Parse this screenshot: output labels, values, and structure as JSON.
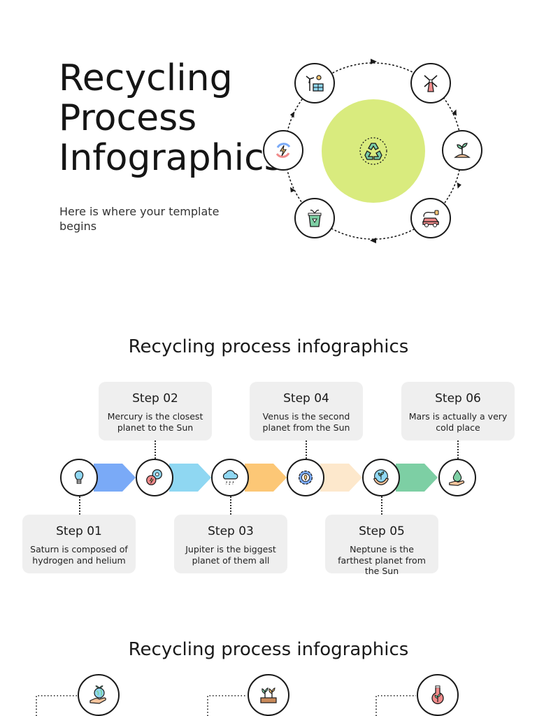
{
  "hero": {
    "title": "Recycling Process Infographics",
    "subtitle": "Here is where your template begins"
  },
  "cycle": {
    "accent_color": "#d9eb7e",
    "center_icon": "recycle-icon",
    "nodes": [
      "wind-solar-icon",
      "windmill-icon",
      "sprout-icon",
      "electric-car-icon",
      "recycle-bin-icon",
      "renewable-energy-icon"
    ]
  },
  "section1": {
    "title": "Recycling process infographics",
    "arrow_colors": [
      "#7aaaf7",
      "#8fd7f2",
      "#fcc776",
      "#fde8cc",
      "#7dcfa4"
    ],
    "steps": [
      {
        "title": "Step 01",
        "desc": "Saturn is composed of hydrogen and helium",
        "icon": "lightbulb-icon"
      },
      {
        "title": "Step 02",
        "desc": "Mercury is the closest planet to the Sun",
        "icon": "energy-bubbles-icon"
      },
      {
        "title": "Step 03",
        "desc": "Jupiter is the biggest planet of them all",
        "icon": "rain-cloud-icon"
      },
      {
        "title": "Step 04",
        "desc": "Venus is the second planet from the Sun",
        "icon": "gear-leaf-icon"
      },
      {
        "title": "Step 05",
        "desc": "Neptune is the farthest planet from the Sun",
        "icon": "hands-plant-icon"
      },
      {
        "title": "Step 06",
        "desc": "Mars is actually a very cold place",
        "icon": "hand-drop-icon"
      }
    ]
  },
  "section2": {
    "title": "Recycling process infographics",
    "icons": [
      "hand-globe-icon",
      "plant-pots-icon",
      "flask-plant-icon"
    ]
  }
}
